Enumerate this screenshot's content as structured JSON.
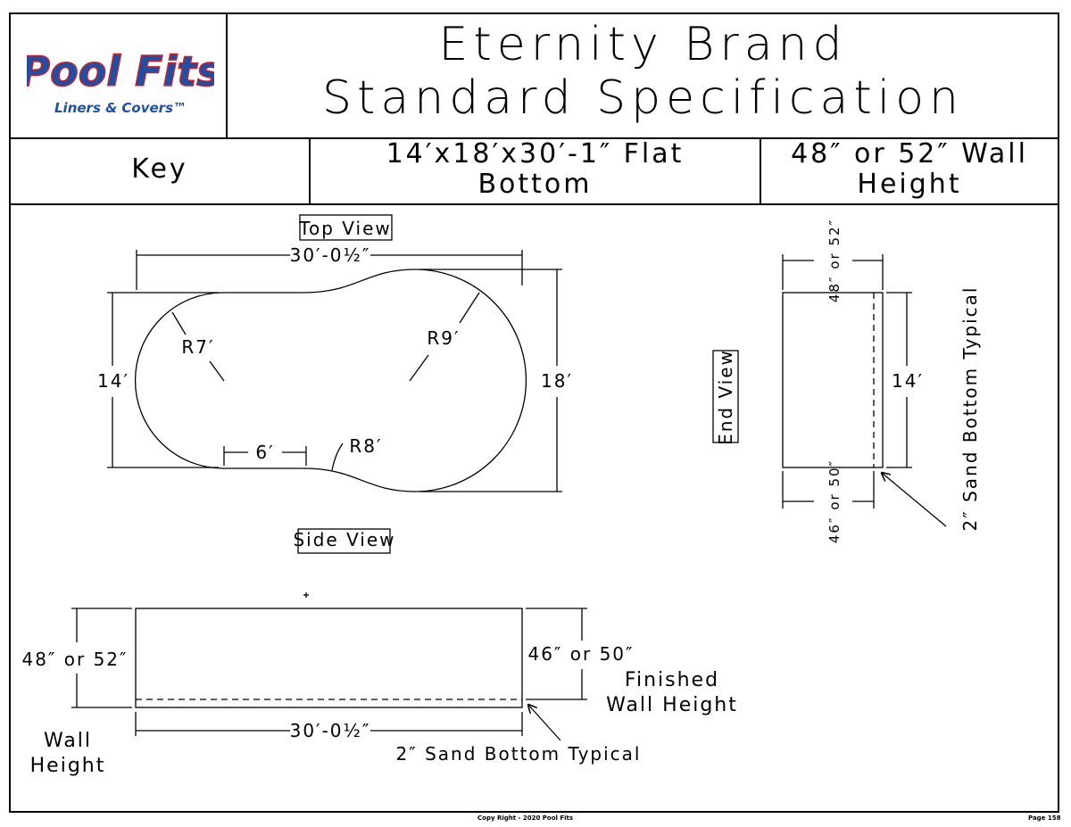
{
  "header": {
    "title_line1": "Eternity Brand",
    "title_line2": "Standard Specification",
    "logo_text_main": "Pool Fits",
    "logo_text_sub": "Liners & Covers™"
  },
  "info_row": {
    "key_label": "Key",
    "size_line1": "14′x18′x30′-1″ Flat",
    "size_line2": "Bottom",
    "wall_line1": "48″ or 52″ Wall",
    "wall_line2": "Height"
  },
  "top_view": {
    "label": "Top View",
    "length": "30′-0½″",
    "width_left": "14′",
    "width_right": "18′",
    "radius_left": "R7′",
    "radius_right": "R9′",
    "radius_bottom": "R8′",
    "straight": "6′"
  },
  "end_view": {
    "label": "End View",
    "top_dim": "48″ or 52″",
    "bottom_dim": "46″ or 50″",
    "width": "14′",
    "sand_note": "2″ Sand Bottom Typical"
  },
  "side_view": {
    "label": "Side View",
    "left_dim": "48″ or 52″",
    "right_dim": "46″ or 50″",
    "finished_line1": "Finished",
    "finished_line2": "Wall Height",
    "wall_line1": "Wall",
    "wall_line2": "Height",
    "length": "30′-0½″",
    "sand_note": "2″ Sand Bottom Typical"
  },
  "footer": {
    "copyright": "Copy Right - 2020 Pool Fits",
    "page": "Page 158"
  },
  "colors": {
    "logo_blue": "#1f4fa3",
    "logo_red": "#c8202f"
  }
}
